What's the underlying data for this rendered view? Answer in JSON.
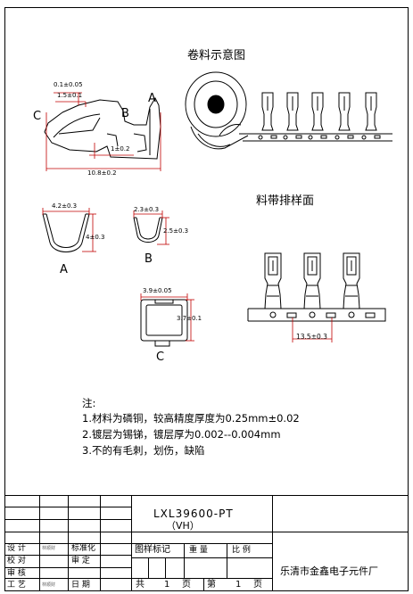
{
  "drawing": {
    "side_view": {
      "dim_thickness": "0.1±0.05",
      "dim_width": "1.5±0.1",
      "dim_height": "1±0.2",
      "dim_length": "10.8±0.2",
      "label_a": "A",
      "label_b": "B",
      "label_c": "C"
    },
    "reel_title": "卷料示意图",
    "strip_title": "料带排样面",
    "strip_pitch": "13.5±0.3",
    "section_a": {
      "label": "A",
      "width": "4.2±0.3",
      "height": "4±0.3"
    },
    "section_b": {
      "label": "B",
      "width": "2.3±0.3",
      "height": "2.5±0.3"
    },
    "section_c": {
      "label": "C",
      "width": "3.9±0.05",
      "height": "3.7±0.1"
    }
  },
  "notes": {
    "heading": "注:",
    "items": [
      "1.材料为磷铜，较高精度厚度为0.25mm±0.02",
      "2.镀层为锡锑，镀层厚为0.002--0.004mm",
      "3.不的有毛刺，划伤，缺陷"
    ]
  },
  "title_block": {
    "part_number": "LXL39600-PT",
    "part_sub": "（VH）",
    "rows_left": [
      {
        "label": "设  计",
        "stamp": "林顺财",
        "label2": "标准化"
      },
      {
        "label": "校  对",
        "stamp": "",
        "label2": "审  定"
      },
      {
        "label": "审  核",
        "stamp": "",
        "label2": ""
      },
      {
        "label": "工  艺",
        "stamp": "林顺财",
        "label2": "日  期"
      }
    ],
    "mark_label": "图样标记",
    "weight_label": "重  量",
    "scale_label": "比  例",
    "total_label": "共",
    "total_pages": "1",
    "page_unit": "页",
    "sheet_label": "第",
    "sheet_no": "1",
    "sheet_unit": "页",
    "company": "乐清市金鑫电子元件厂"
  }
}
